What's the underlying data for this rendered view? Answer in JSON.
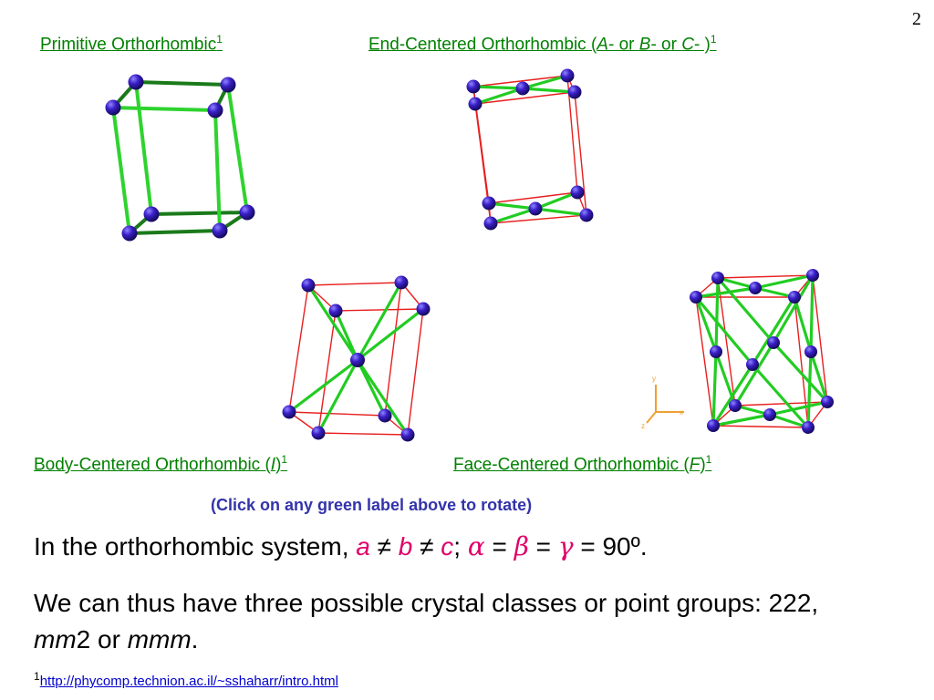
{
  "page_number": "2",
  "labels": {
    "primitive": {
      "text": "Primitive Orthorhombic",
      "sup": "1"
    },
    "end_centered": {
      "pre": "End-Centered Orthorhombic (",
      "a": "A",
      "mid1": "- or ",
      "b": "B",
      "mid2": "- or ",
      "c": "C",
      "post": "- )",
      "sup": "1"
    },
    "body_centered": {
      "pre": "Body-Centered Orthorhombic (",
      "letter": "I",
      "post": ")",
      "sup": "1"
    },
    "face_centered": {
      "pre": "Face-Centered Orthorhombic (",
      "letter": "F",
      "post": ")",
      "sup": "1"
    }
  },
  "click_note": "(Click on any green label above to rotate)",
  "statement": {
    "pre": "In the orthorhombic system, ",
    "a": "a",
    "ne1": " ≠ ",
    "b": "b",
    "ne2": " ≠ ",
    "c": "c",
    "semi": "; ",
    "alpha": "α",
    "eq1": " = ",
    "beta": "β",
    "eq2": " = ",
    "gamma": "γ",
    "post": "  = 90º."
  },
  "classes": {
    "pre": "We can thus have three possible crystal classes or point groups: 222, ",
    "mm": "mm",
    "two": "2 or ",
    "mmm": "mmm",
    "end": "."
  },
  "footnote": {
    "sup": "1",
    "link": "http://phycomp.technion.ac.il/~sshaharr/intro.html"
  },
  "axes": {
    "y": "y",
    "x": "x",
    "z": "z"
  },
  "colors": {
    "label_green": "#008000",
    "note_blue": "#3333aa",
    "symbol_magenta": "#e0006a",
    "atom": "#3a1fc8",
    "bond": "#2fd32f",
    "cell_edge": "#e81f1f",
    "axis_orange": "#f0a030"
  }
}
